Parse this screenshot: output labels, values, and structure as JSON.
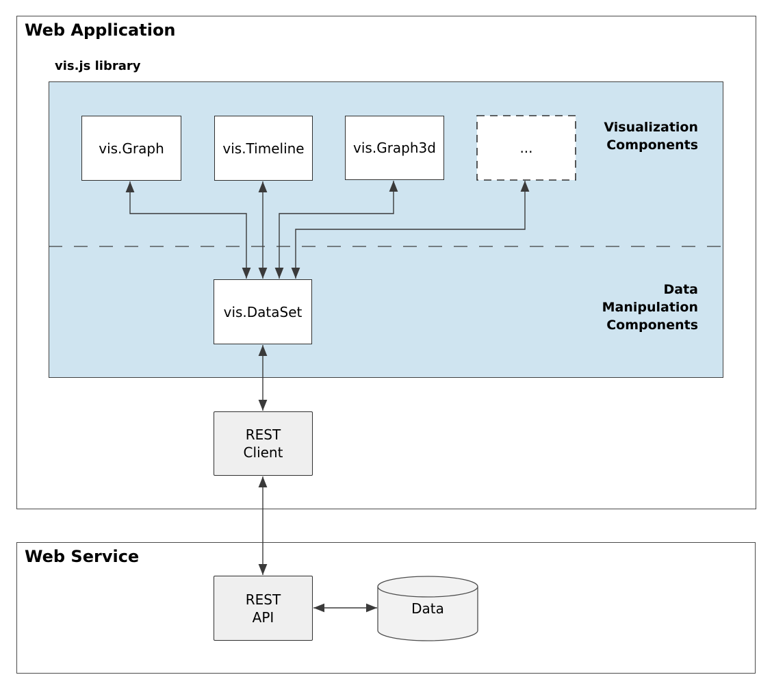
{
  "web_application": {
    "title": "Web Application",
    "vis_library": {
      "title": "vis.js library",
      "zone_labels": {
        "visualization": {
          "line1": "Visualization",
          "line2": "Components"
        },
        "data_manipulation": {
          "line1": "Data",
          "line2": "Manipulation",
          "line3": "Components"
        }
      },
      "nodes": {
        "vis_graph": {
          "label": "vis.Graph"
        },
        "vis_timeline": {
          "label": "vis.Timeline"
        },
        "vis_graph3d": {
          "label": "vis.Graph3d"
        },
        "more_components": {
          "label": "..."
        },
        "vis_dataset": {
          "label": "vis.DataSet"
        }
      }
    },
    "nodes": {
      "rest_client": {
        "line1": "REST",
        "line2": "Client"
      }
    }
  },
  "web_service": {
    "title": "Web Service",
    "nodes": {
      "rest_api": {
        "line1": "REST",
        "line2": "API"
      },
      "data_store": {
        "label": "Data"
      }
    }
  },
  "colors": {
    "library_fill": "#cfe4f0",
    "component_fill": "#ffffff",
    "service_node_fill": "#efefef",
    "cylinder_fill": "#f2f2f2",
    "line": "#3f3f3f"
  }
}
